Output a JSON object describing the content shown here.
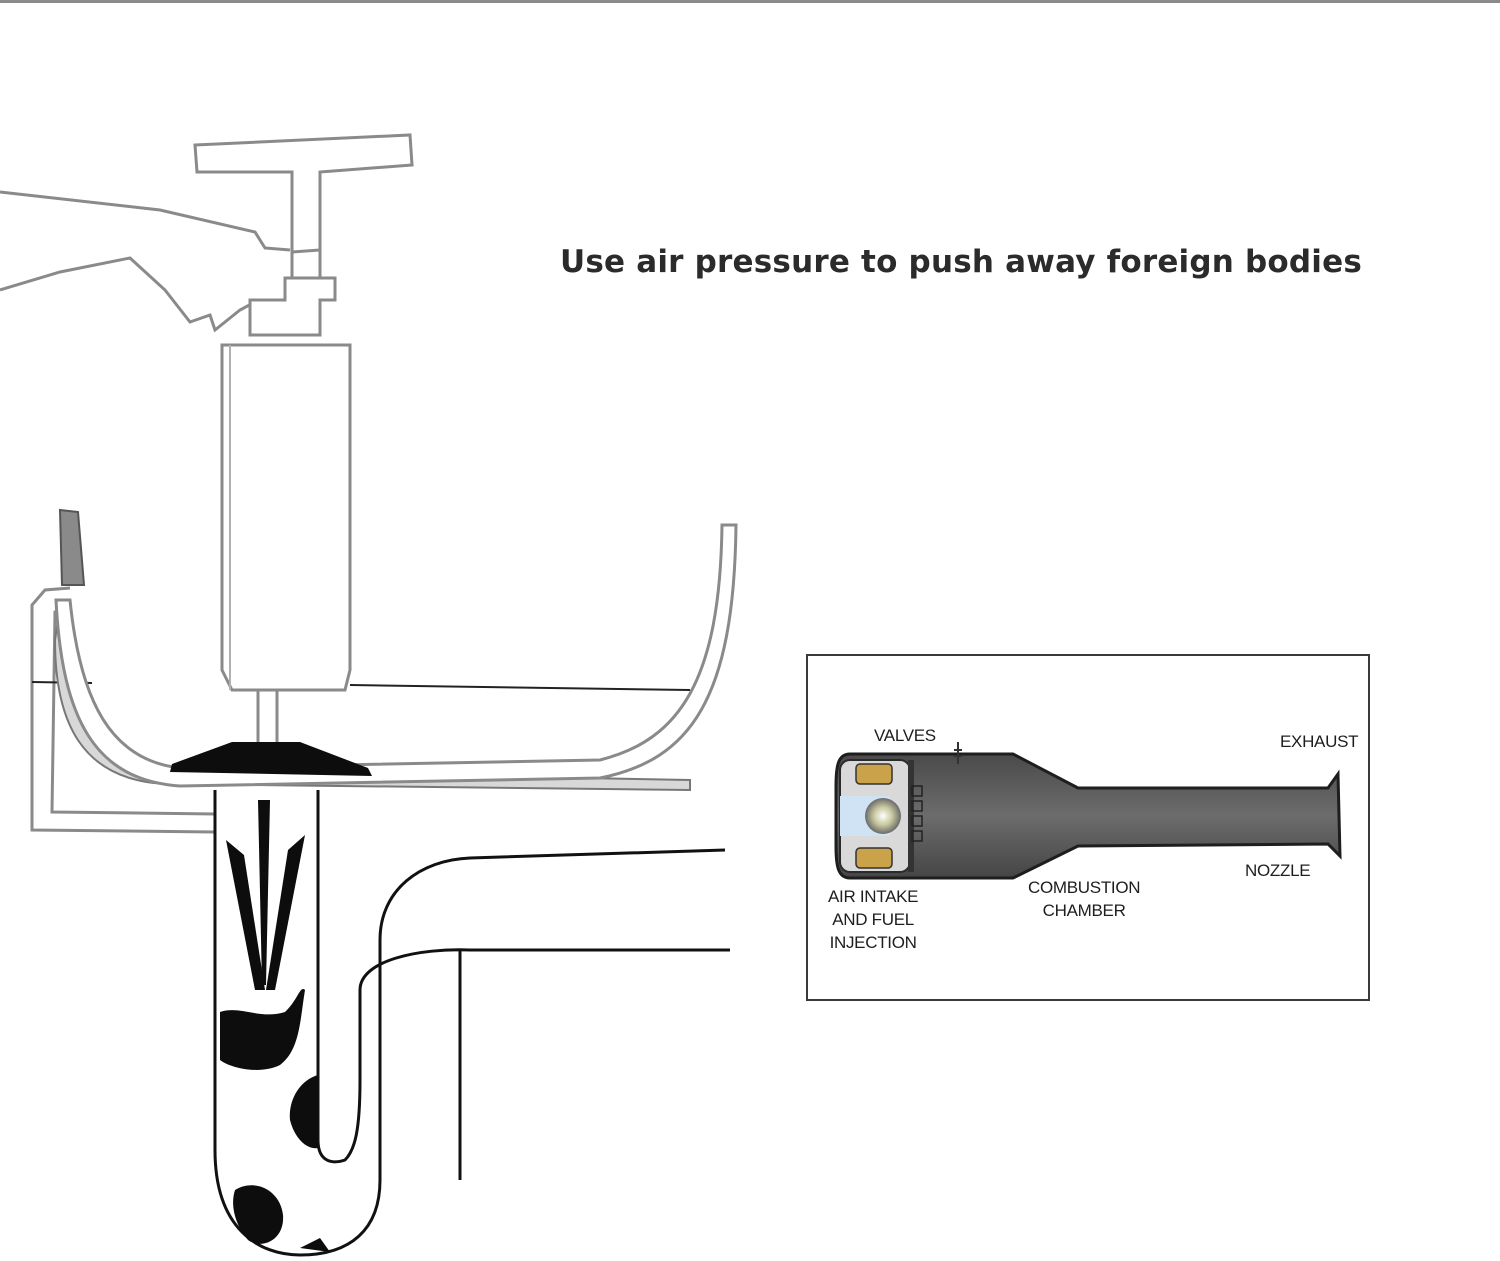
{
  "headline": "Use air pressure to push away foreign bodies",
  "engine_diagram": {
    "labels": {
      "valves": "VALVES",
      "exhaust": "EXHAUST",
      "nozzle": "NOZZLE",
      "combustion_line1": "COMBUSTION",
      "combustion_line2": "CHAMBER",
      "intake_line1": "AIR INTAKE",
      "intake_line2": "AND FUEL",
      "intake_line3": "INJECTION"
    }
  },
  "colors": {
    "outline": "#7a7a7a",
    "ink": "#111111",
    "engine_body": "#5c5c5c",
    "headline": "#2b2b2b"
  }
}
